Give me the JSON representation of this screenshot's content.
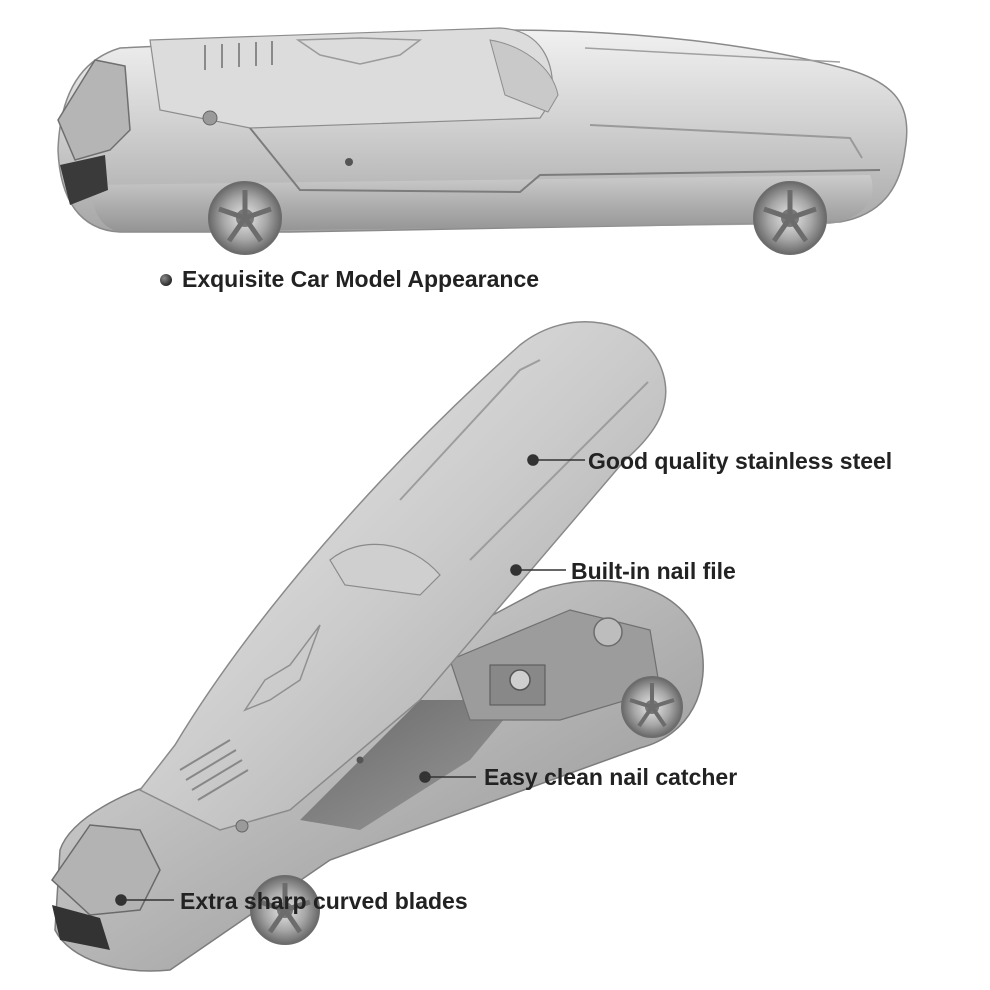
{
  "headline": "Exquisite Car Model Appearance",
  "callouts": {
    "steel": "Good quality stainless steel",
    "file": "Built-in nail file",
    "catcher": "Easy clean nail catcher",
    "blades": "Extra sharp curved blades"
  },
  "colors": {
    "background": "#ffffff",
    "metal_light": "#e4e4e4",
    "metal_mid": "#bdbdbd",
    "metal_dark": "#7d7d7d",
    "text": "#222222",
    "leader_line": "#333333"
  }
}
